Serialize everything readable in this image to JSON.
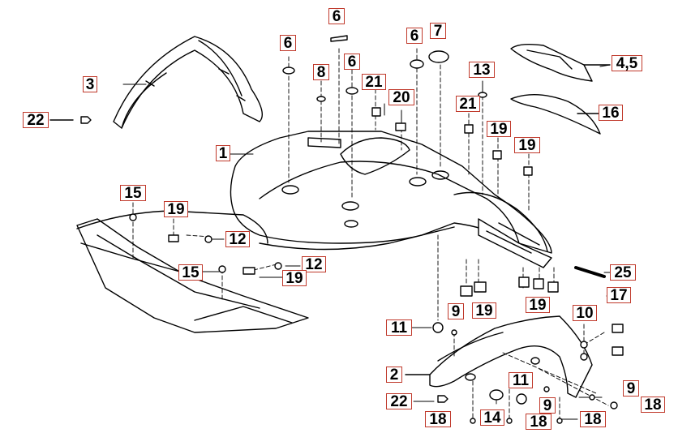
{
  "diagram": {
    "callouts": [
      {
        "id": "c3",
        "label": "3"
      },
      {
        "id": "c22a",
        "label": "22"
      },
      {
        "id": "c1",
        "label": "1"
      },
      {
        "id": "c6a",
        "label": "6"
      },
      {
        "id": "c6b",
        "label": "6"
      },
      {
        "id": "c6c",
        "label": "6"
      },
      {
        "id": "c6d",
        "label": "6"
      },
      {
        "id": "c7",
        "label": "7"
      },
      {
        "id": "c8",
        "label": "8"
      },
      {
        "id": "c21a",
        "label": "21"
      },
      {
        "id": "c20",
        "label": "20"
      },
      {
        "id": "c13",
        "label": "13"
      },
      {
        "id": "c21b",
        "label": "21"
      },
      {
        "id": "c45",
        "label": "4,5"
      },
      {
        "id": "c16",
        "label": "16"
      },
      {
        "id": "c19a",
        "label": "19"
      },
      {
        "id": "c19b",
        "label": "19"
      },
      {
        "id": "c15a",
        "label": "15"
      },
      {
        "id": "c19c",
        "label": "19"
      },
      {
        "id": "c12a",
        "label": "12"
      },
      {
        "id": "c15b",
        "label": "15"
      },
      {
        "id": "c12b",
        "label": "12"
      },
      {
        "id": "c19d",
        "label": "19"
      },
      {
        "id": "c25",
        "label": "25"
      },
      {
        "id": "c19e",
        "label": "19"
      },
      {
        "id": "c19f",
        "label": "19"
      },
      {
        "id": "c17",
        "label": "17"
      },
      {
        "id": "c10",
        "label": "10"
      },
      {
        "id": "c11a",
        "label": "11"
      },
      {
        "id": "c9a",
        "label": "9"
      },
      {
        "id": "c2",
        "label": "2"
      },
      {
        "id": "c11b",
        "label": "11"
      },
      {
        "id": "c22b",
        "label": "22"
      },
      {
        "id": "c9b",
        "label": "9"
      },
      {
        "id": "c9c",
        "label": "9"
      },
      {
        "id": "c18a",
        "label": "18"
      },
      {
        "id": "c14",
        "label": "14"
      },
      {
        "id": "c18b",
        "label": "18"
      },
      {
        "id": "c18c",
        "label": "18"
      },
      {
        "id": "c18d",
        "label": "18"
      }
    ]
  }
}
